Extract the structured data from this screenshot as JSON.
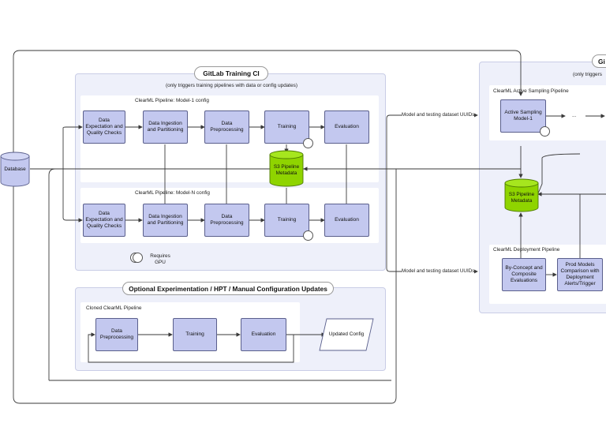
{
  "gitlab_ci": {
    "title": "GitLab Training CI",
    "note": "(only triggers training pipelines with data or config updates)",
    "pipeline_1": {
      "title": "ClearML Pipeline: Model-1 config",
      "steps": [
        "Data Expectation and Quality Checks",
        "Data Ingestion and Partitioning",
        "Data Preprocessing",
        "Training",
        "Evaluation"
      ]
    },
    "pipeline_n": {
      "title": "ClearML Pipeline: Model-N config",
      "steps": [
        "Data Expectation and Quality Checks",
        "Data Ingestion and Partitioning",
        "Data Preprocessing",
        "Training",
        "Evaluation"
      ]
    },
    "metadata_store": "S3 Pipeline Metadata",
    "legend_gpu": "Requires GPU"
  },
  "database_label": "Database",
  "experimentation": {
    "title": "Optional Experimentation / HPT / Manual Configuration Updates",
    "pipeline_title": "Cloned ClearML Pipeline",
    "steps": [
      "Data Preprocessing",
      "Training",
      "Evaluation"
    ],
    "output": "Updated Config"
  },
  "right_panel": {
    "title_fragment": "Gi",
    "note_fragment": "(only triggers",
    "active_sampling": {
      "title": "ClearML Active Sampling Pipeline",
      "step": "Active Sampling Model-1",
      "ellipsis": "..."
    },
    "metadata_store": "S3 Pipeline Metadata",
    "deployment": {
      "title": "ClearML Deployment Pipeline",
      "steps": [
        "By-Concept and Composite Evaluations",
        "Prod Models Comparison with Deployment Alerts/Trigger"
      ]
    }
  },
  "edge_labels": {
    "upper": "Model and testing dataset UUIDs",
    "lower": "Model and testing dataset UUIDs"
  },
  "colors": {
    "step_fill": "#c3c8ef",
    "step_border": "#5a5f8c",
    "panel_fill": "#eef0fa",
    "metadata_fill": "#8fd400",
    "line": "#3a3a3a"
  }
}
